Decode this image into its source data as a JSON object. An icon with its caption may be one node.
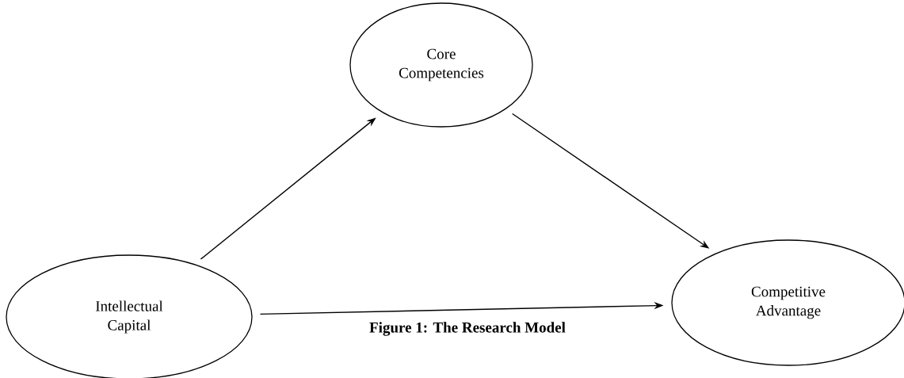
{
  "diagram": {
    "caption": "Figure 1: The Research Model",
    "nodes": [
      {
        "text": [
          "Core Competencies"
        ]
      },
      {
        "text": [
          "Intellectual Capital"
        ]
      },
      {
        "text": [
          "Competitive Advantage"
        ]
      }
    ],
    "edges": [
      {
        "from": 1,
        "to": 0,
        "arrow": "to"
      },
      {
        "from": 0,
        "to": 2,
        "arrow": "to"
      },
      {
        "from": 1,
        "to": 2,
        "arrow": "to"
      }
    ]
  }
}
